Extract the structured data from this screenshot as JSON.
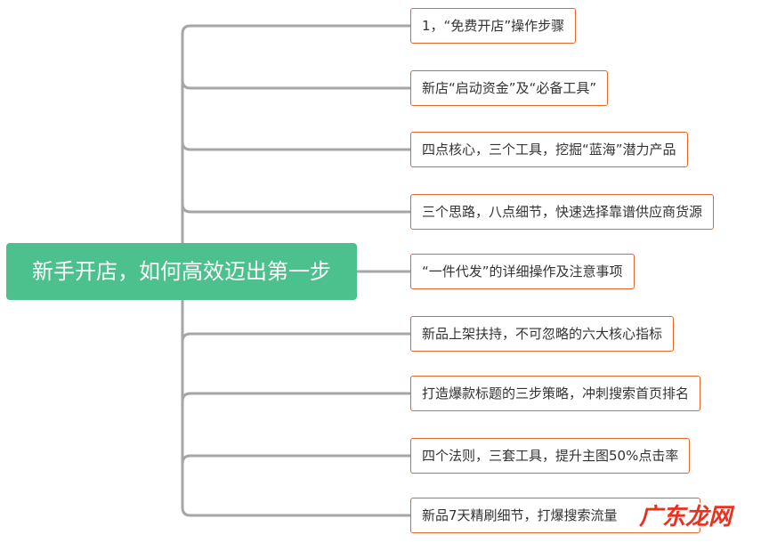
{
  "mindmap": {
    "root": {
      "label": "新手开店，如何高效迈出第一步",
      "color": "#4cc08d"
    },
    "branches": [
      {
        "label": "1，“免费开店”操作步骤"
      },
      {
        "label": "新店“启动资金”及“必备工具”"
      },
      {
        "label": "四点核心，三个工具，挖掘“蓝海”潜力产品"
      },
      {
        "label": "三个思路，八点细节，快速选择靠谱供应商货源"
      },
      {
        "label": "“一件代发”的详细操作及注意事项"
      },
      {
        "label": "新品上架扶持，不可忽略的六大核心指标"
      },
      {
        "label": "打造爆款标题的三步策略，冲刺搜索首页排名"
      },
      {
        "label": "四个法则，三套工具，提升主图50%点击率"
      },
      {
        "label": "新品7天精刷细节，打爆搜索流量"
      }
    ],
    "branch_border_color": "#e2672b",
    "connector_color": "#a6a6a6"
  },
  "watermark": {
    "text": "广东龙网",
    "color": "#e8321f"
  }
}
